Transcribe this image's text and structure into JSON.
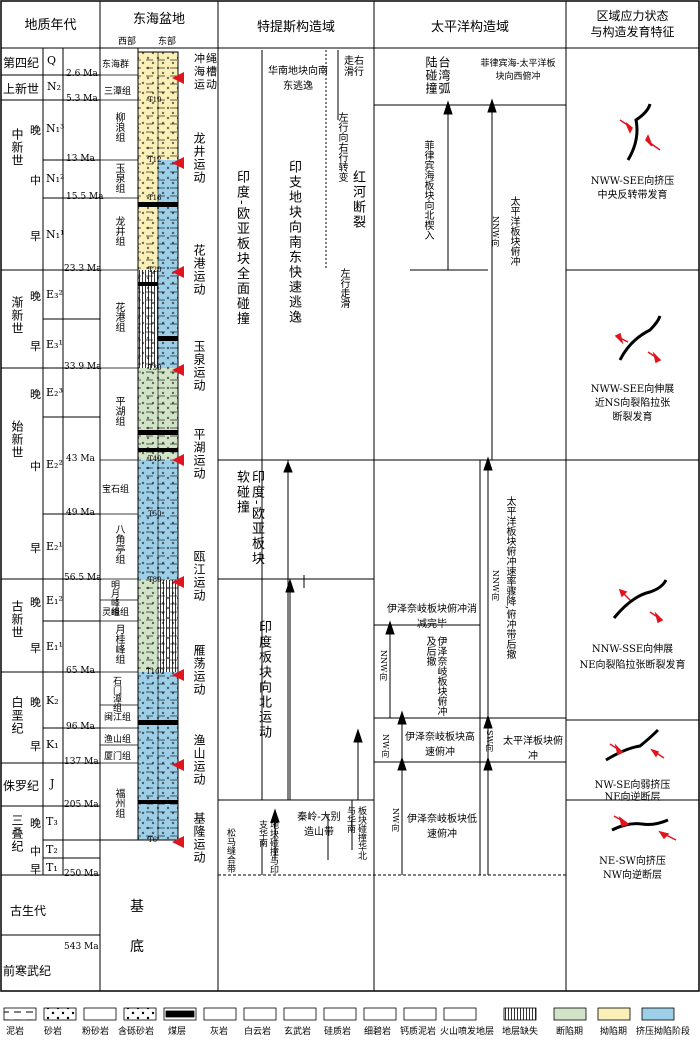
{
  "headers": {
    "geo": "地质年代",
    "basin": "东海盆地",
    "basin_west": "西部",
    "basin_east": "东部",
    "tethys": "特提斯构造域",
    "pacific": "太平洋构造域",
    "stress": "区域应力状态\n与构造发育特征"
  },
  "periods": [
    {
      "name": "第四纪",
      "sym": "Q"
    },
    {
      "name": "上新世",
      "sym": "N₂"
    },
    {
      "name": "中新世"
    },
    {
      "name": "渐新世"
    },
    {
      "name": "始新世"
    },
    {
      "name": "古新世"
    },
    {
      "name": "白垩纪"
    },
    {
      "name": "侏罗纪",
      "sym": "J"
    },
    {
      "name": "三叠纪"
    },
    {
      "name": "古生代"
    },
    {
      "name": "前寒武纪"
    }
  ],
  "subs": [
    {
      "n": "晚",
      "s": "N₁³"
    },
    {
      "n": "中",
      "s": "N₁²"
    },
    {
      "n": "早",
      "s": "N₁¹"
    },
    {
      "n": "晚",
      "s": "E₃²"
    },
    {
      "n": "早",
      "s": "E₃¹"
    },
    {
      "n": "晚",
      "s": "E₂³"
    },
    {
      "n": "中",
      "s": "E₂²"
    },
    {
      "n": "早",
      "s": "E₂¹"
    },
    {
      "n": "晚",
      "s": "E₁²"
    },
    {
      "n": "早",
      "s": "E₁¹"
    },
    {
      "n": "晚",
      "s": "K₂"
    },
    {
      "n": "早",
      "s": "K₁"
    },
    {
      "n": "晚",
      "s": "T₃"
    },
    {
      "n": "中",
      "s": "T₂"
    },
    {
      "n": "早",
      "s": "T₁"
    }
  ],
  "ages": [
    "2.6 Ma",
    "5.3 Ma",
    "13 Ma",
    "15.5 Ma",
    "23.3 Ma",
    "33.9 Ma",
    "43 Ma",
    "49 Ma",
    "56.5 Ma",
    "65 Ma",
    "96 Ma",
    "137 Ma",
    "205 Ma",
    "250 Ma",
    "543 Ma"
  ],
  "formations": [
    "东海群",
    "三潭组",
    "柳浪组",
    "玉泉组",
    "龙井组",
    "花港组",
    "平湖组",
    "宝石组",
    "八角亭组",
    "明月峰组",
    "灵峰组",
    "月桂峰组",
    "石门潭组",
    "闽江组",
    "渔山组",
    "厦门组",
    "福州组"
  ],
  "basement": [
    "基",
    "底"
  ],
  "horizons": [
    "T0",
    "T10",
    "T12",
    "T16",
    "T20",
    "T30",
    "T40",
    "T50",
    "T80",
    "T100",
    "T6"
  ],
  "events": [
    "冲绳海槽运动",
    "龙井运动",
    "花港运动",
    "玉泉运动",
    "平湖运动",
    "瓯江运动",
    "雁荡运动",
    "渔山运动",
    "基隆运动"
  ],
  "tethys": {
    "south_china": "华南地块向南东逃逸",
    "sinistral_dextral": "左行向右行转变",
    "strike_slip_right": "走右滑行",
    "red_river": "红河断裂",
    "left_strike": "左行走滑",
    "indochina_escape": "印支地块向南东快速逃逸",
    "full_collision": "印度-欧亚板块全面碰撞",
    "soft_collision": "印度-欧亚板块软碰撞",
    "india_north": "印度板块向北运动",
    "qinling": "秦岭-大别造山带",
    "north_china": "板块碰撞华北与华南",
    "indochina": "地块碰撞与印支华南",
    "songma": "松马缝合带"
  },
  "pacific": {
    "taiwan_arc": "台湾弧陆碰撞",
    "philippine_ne": "菲律宾海-太平洋板块向西俯冲",
    "philippine_wedge": "菲律宾海板块向北楔入",
    "pacific_subduct": "太平洋板块俯冲",
    "izanagi_complete": "伊泽奈岐板块俯冲消减完毕",
    "izanagi_retreat": "伊泽奈岐板块俯冲及后撤",
    "pacific_slow": "太平洋板块俯冲速率骤降,俯冲带后撤",
    "izanagi_fast": "伊泽奈岐板块高速俯冲",
    "pacific_sub2": "太平洋板块俯冲",
    "izanagi_slow": "伊泽奈岐板块低速俯冲",
    "dir": [
      "NW向",
      "NNW向",
      "NW向",
      "SW向",
      "NW向",
      "NW向"
    ]
  },
  "stress": [
    {
      "l1": "NWW-SEE向挤压",
      "l2": "中央反转带发育"
    },
    {
      "l1": "NWW-SEE向伸展",
      "l2": "近NS向裂陷拉张",
      "l3": "断裂发育"
    },
    {
      "l1": "NNW-SSE向伸展",
      "l2": "NE向裂陷拉张断裂发育"
    },
    {
      "l1": "NW-SE向弱挤压",
      "l2": "NE向逆断层"
    },
    {
      "l1": "NE-SW向挤压",
      "l2": "NW向逆断层"
    }
  ],
  "legend": [
    "泥岩",
    "砂岩",
    "粉砂岩",
    "含砾砂岩",
    "煤层",
    "灰岩",
    "白云岩",
    "玄武岩",
    "硅质岩",
    "细碧岩",
    "钙质泥岩",
    "火山喷发地层",
    "地层缺失",
    "断陷期",
    "拗陷期",
    "挤压拗陷阶段"
  ]
}
